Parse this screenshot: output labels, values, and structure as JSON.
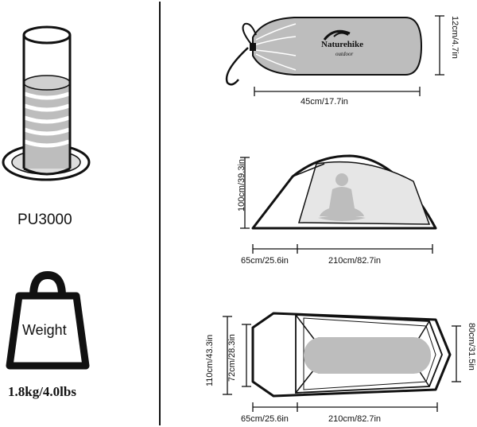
{
  "left": {
    "waterproof_rating": "PU3000",
    "weight_badge_label": "Weight",
    "weight_value": "1.8kg/4.0lbs"
  },
  "pack": {
    "brand": "Naturehike",
    "brand_tagline": "outdoor",
    "length_label": "45cm/17.7in",
    "diameter_label": "12cm/4.7in"
  },
  "side_view": {
    "height_label": "100cm/39.3in",
    "vestibule_label": "65cm/25.6in",
    "inner_length_label": "210cm/82.7in"
  },
  "top_view": {
    "outer_width_label": "110cm/43.3in",
    "inner_head_width_label": "72cm/28.3in",
    "foot_width_label": "80cm/31.5in",
    "vestibule_label": "65cm/25.6in",
    "inner_length_label": "210cm/82.7in"
  },
  "colors": {
    "stroke": "#111111",
    "fill_grey": "#bdbdbd",
    "fill_light": "#e6e6e6"
  }
}
